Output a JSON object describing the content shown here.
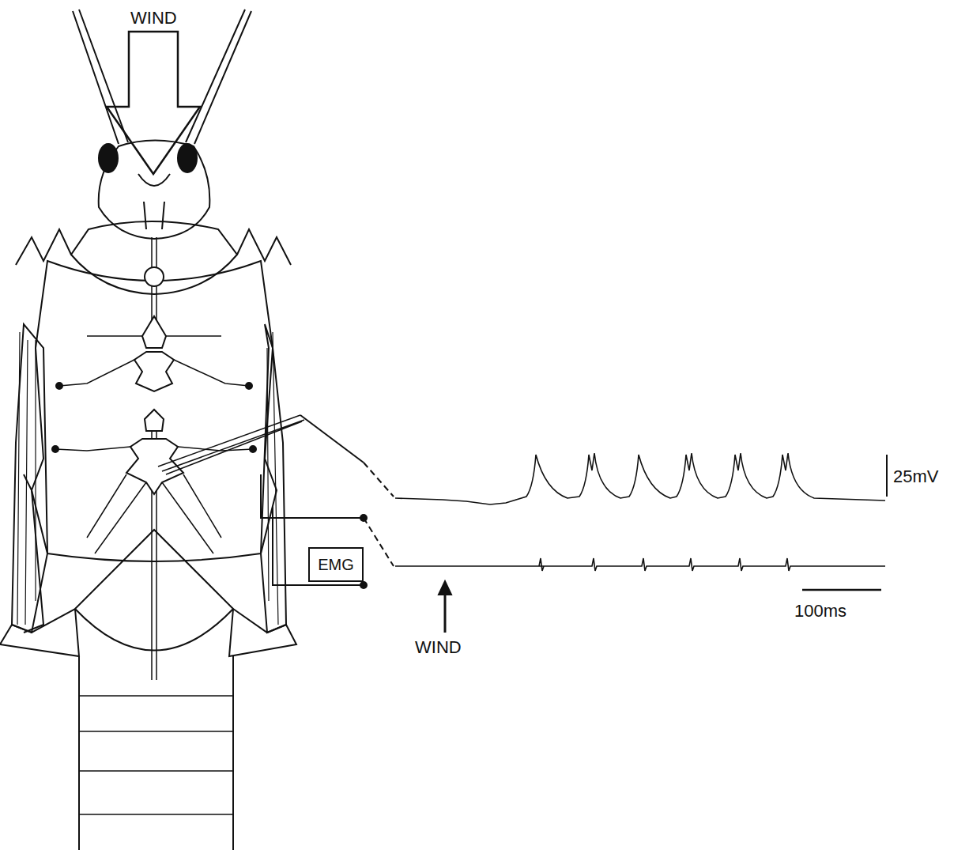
{
  "diagram": {
    "nodes": [
      {
        "text": [
          "EMG"
        ]
      }
    ],
    "labels": [
      "WIND",
      "25mV",
      "100ms",
      "WIND"
    ]
  }
}
